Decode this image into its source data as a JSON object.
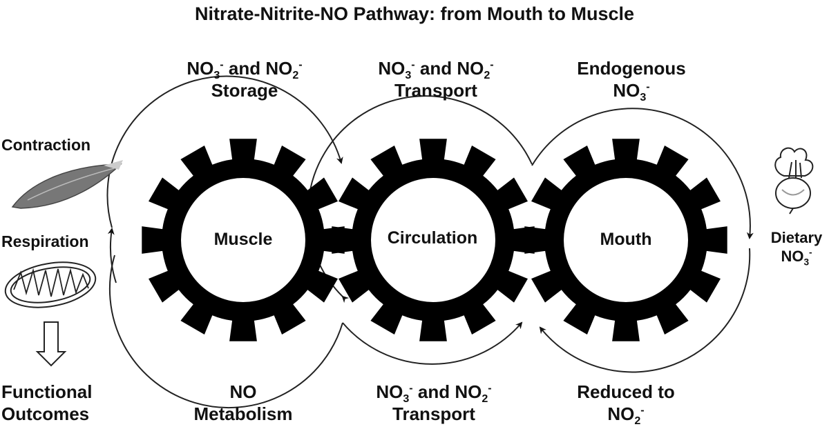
{
  "title": "Nitrate-Nitrite-NO Pathway: from Mouth to Muscle",
  "gears": [
    {
      "label": "Muscle"
    },
    {
      "label": "Circulation"
    },
    {
      "label": "Mouth"
    }
  ],
  "top_labels": [
    {
      "line1": [
        "NO",
        "3",
        "-",
        " and NO",
        "2",
        "-"
      ],
      "line2": "Storage"
    },
    {
      "line1": [
        "NO",
        "3",
        "-",
        " and NO",
        "2",
        "-"
      ],
      "line2": "Transport"
    },
    {
      "line1_text": "Endogenous",
      "line2": [
        "NO",
        "3",
        "-"
      ]
    }
  ],
  "bottom_labels": [
    {
      "line1": "NO",
      "line2": "Metabolism"
    },
    {
      "line1": [
        "NO",
        "3",
        "-",
        " and NO",
        "2",
        "-"
      ],
      "line2": "Transport"
    },
    {
      "line1": "Reduced to",
      "line2": [
        "NO",
        "2",
        "-"
      ]
    }
  ],
  "left_side": {
    "contraction": "Contraction",
    "respiration": "Respiration",
    "functional_line1": "Functional",
    "functional_line2": "Outcomes"
  },
  "right_side": {
    "dietary_line1": "Dietary",
    "dietary_line2": [
      "NO",
      "3",
      "-"
    ]
  },
  "icons": [
    "muscle-icon",
    "mitochondrion-icon",
    "down-arrow-icon",
    "beetroot-icon"
  ]
}
